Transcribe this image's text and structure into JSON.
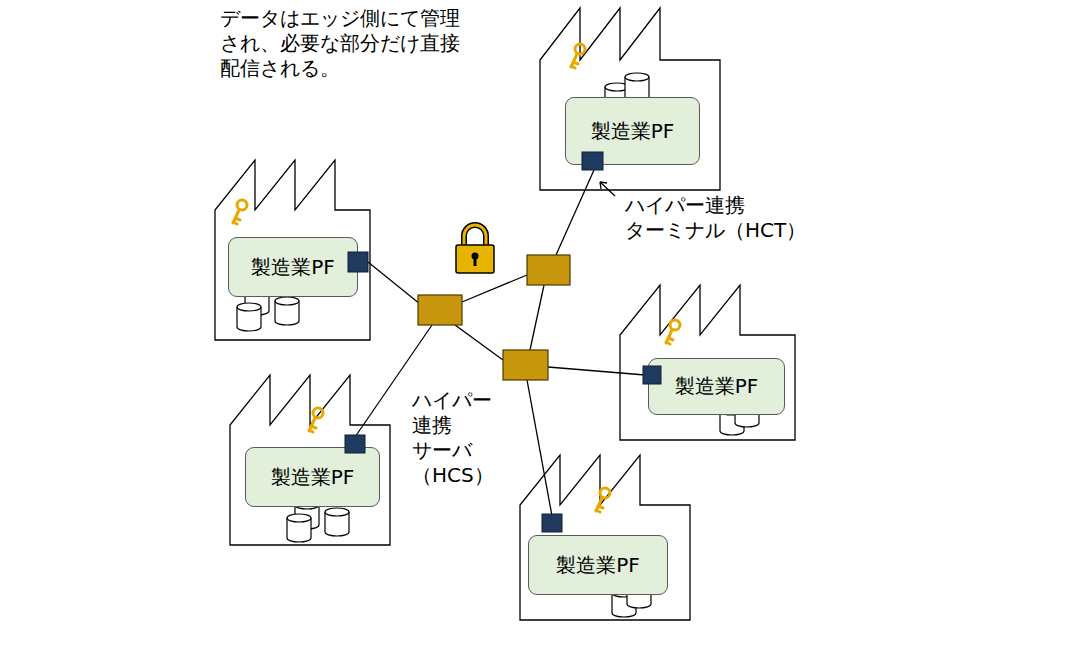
{
  "diagram": {
    "nodes": [
      {
        "text": [
          "製造業PF"
        ]
      },
      {
        "text": [
          "製造業PF"
        ]
      },
      {
        "text": [
          "製造業PF"
        ]
      },
      {
        "text": [
          "製造業PF"
        ]
      },
      {
        "text": [
          "製造業PF"
        ]
      }
    ],
    "labels": [
      "データはエッジ側にて管理 され、必要な部分だけ直接 配信される。",
      "ハイパー連携 ターミナル（HCT）",
      "ハイパー 連携 サーバ （HCS）"
    ]
  }
}
